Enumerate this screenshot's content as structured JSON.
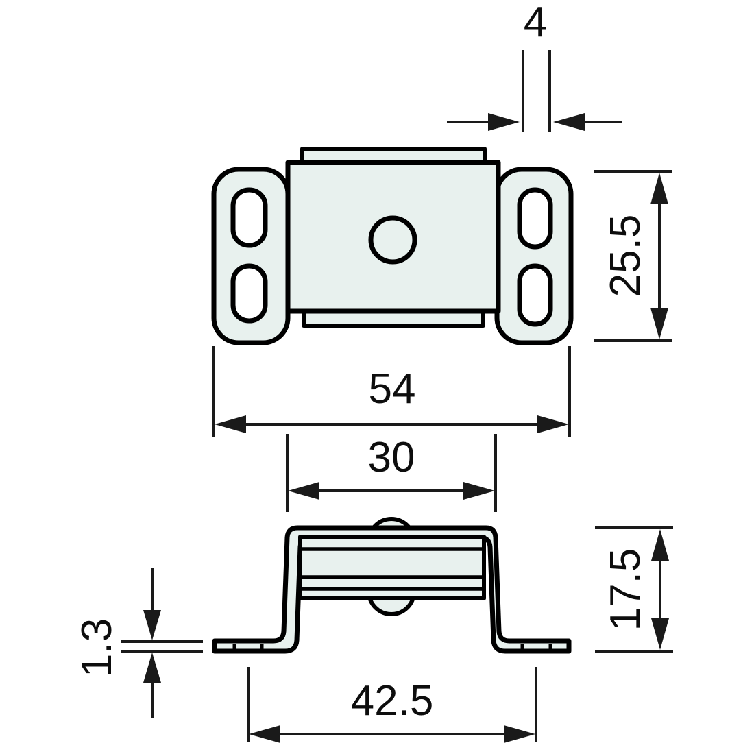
{
  "colors": {
    "background": "#ffffff",
    "part_fill": "#e8f1ee",
    "outline": "#000000",
    "dimension_lines": "#1a1a1a",
    "text": "#0d0d0d"
  },
  "front_view": {
    "dim_slot_width": "4",
    "dim_height": "25.5",
    "dim_overall_width": "54"
  },
  "side_view": {
    "dim_body_width": "30",
    "dim_height": "17.5",
    "dim_thickness": "1.3",
    "dim_hole_spacing": "42.5"
  }
}
